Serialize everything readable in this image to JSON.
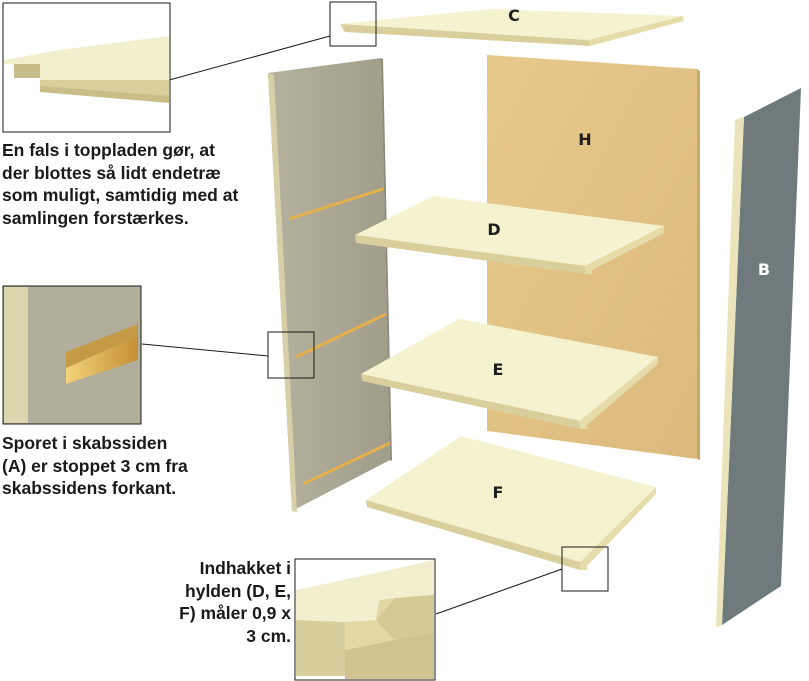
{
  "title": "",
  "parts": {
    "top": "C",
    "back": "H",
    "side_right": "B",
    "shelves": [
      "D",
      "E",
      "F"
    ]
  },
  "callouts": {
    "top_rabbet": [
      "En fals i toppladen gør, at",
      "der blottes så lidt endetræ",
      "som muligt, samtidig med at",
      "samlingen forstærkes."
    ],
    "groove": [
      "Sporet i skabssiden",
      "(A) er stoppet 3 cm fra",
      "skabssidens forkant."
    ],
    "notch": [
      "Indhakket i",
      "hylden (D, E,",
      "F) måler 0,9 x",
      "3 cm."
    ]
  },
  "colors": {
    "panel_face": "#f4f2cf",
    "panel_edge": "#d9cf9c",
    "side_left": "#a8a593",
    "back_panel": "#e4c488",
    "side_right": "#6e7a7c",
    "groove": "#e6b04c",
    "text": "#1a1a1a"
  }
}
